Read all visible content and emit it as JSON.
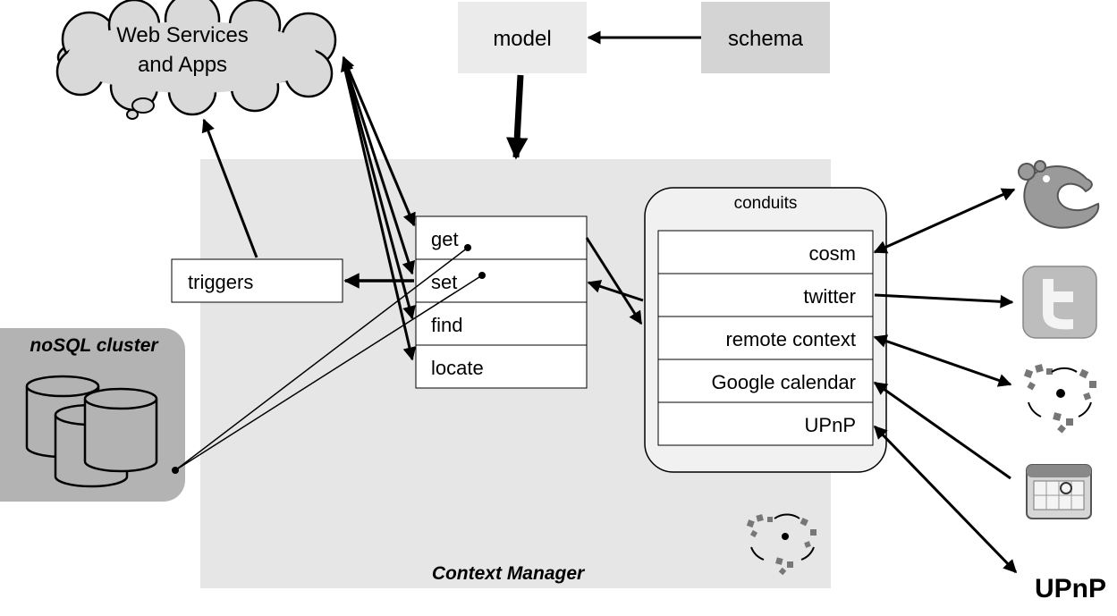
{
  "cloud": {
    "line1": "Web Services",
    "line2": "and Apps"
  },
  "model": {
    "label": "model"
  },
  "schema": {
    "label": "schema"
  },
  "context_manager": {
    "label": "Context Manager"
  },
  "triggers": {
    "label": "triggers"
  },
  "api": {
    "get": "get",
    "set": "set",
    "find": "find",
    "locate": "locate"
  },
  "conduits": {
    "title": "conduits",
    "items": [
      "cosm",
      "twitter",
      "remote context",
      "Google calendar",
      "UPnP"
    ]
  },
  "nosql": {
    "label": "noSQL cluster"
  },
  "services": {
    "cosm": "cosm-logo-icon",
    "twitter": "twitter-icon",
    "remote": "remote-context-icon",
    "calendar": "calendar-icon",
    "upnp": {
      "icon": "upnp-logo",
      "text": "UPnP"
    }
  },
  "colors": {
    "context_manager_bg": "#e6e6e6",
    "model_bg": "#ebebeb",
    "schema_bg": "#d4d4d4",
    "cloud_bg": "#d9d9d9",
    "nosql_bg": "#b3b3b3",
    "conduits_bg": "#f1f1f1"
  }
}
